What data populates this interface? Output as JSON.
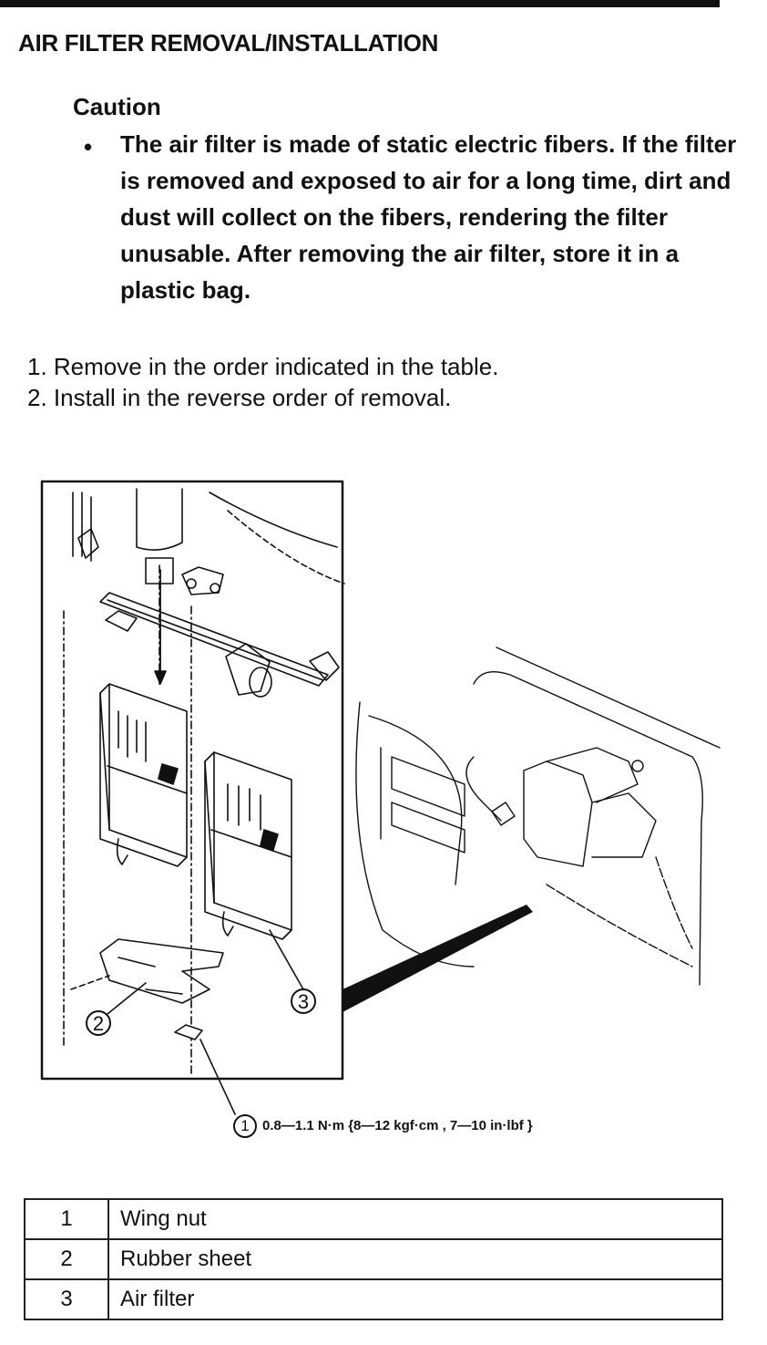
{
  "page": {
    "title": "AIR FILTER REMOVAL/INSTALLATION",
    "caution": {
      "heading": "Caution",
      "bullet_symbol": "•",
      "text": "The air filter is made of static electric fibers. If the filter is removed and exposed to air for a long time, dirt and dust will collect on the fibers, rendering the filter unusable. After removing the air filter, store it in a plastic bag."
    },
    "steps": [
      "1. Remove in the order indicated in the table.",
      "2. Install in the reverse order of removal."
    ]
  },
  "figure": {
    "callouts": [
      "1",
      "2",
      "3"
    ],
    "torque_spec": {
      "callout": "1",
      "text": "0.8—1.1 N·m {8—12 kgf·cm , 7—10 in·lbf }"
    }
  },
  "parts_table": [
    {
      "number": "1",
      "name": "Wing nut"
    },
    {
      "number": "2",
      "name": "Rubber sheet"
    },
    {
      "number": "3",
      "name": "Air filter"
    }
  ]
}
